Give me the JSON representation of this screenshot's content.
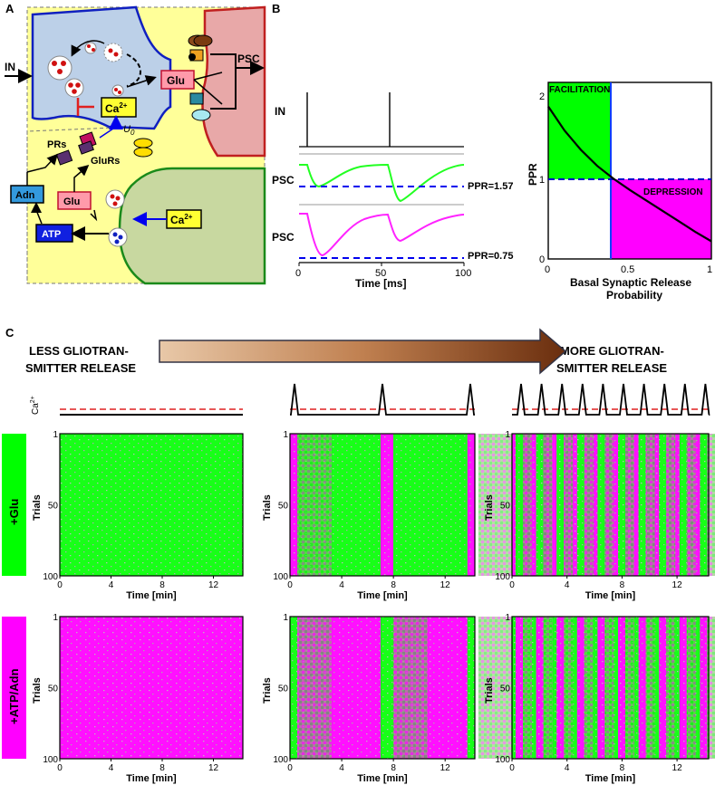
{
  "panel_labels": {
    "a": "A",
    "b": "B",
    "c": "C"
  },
  "panelA": {
    "in_label": "IN",
    "psc_label": "PSC",
    "ca_label": "Ca",
    "ca_sup": "2+",
    "glu_label": "Glu",
    "u0_label": "U",
    "u0_sub": "0",
    "prs_label": "PRs",
    "glurs_label": "GluRs",
    "adn_label": "Adn",
    "atp_label": "ATP"
  },
  "panelB": {
    "in_label": "IN",
    "psc_label": "PSC",
    "ppr_facilitation": "PPR=1.57",
    "ppr_depression": "PPR=0.75",
    "trace_xticks": [
      "0",
      "50",
      "100"
    ],
    "trace_xlabel": "Time [ms]",
    "ppr_chart": {
      "ylabel": "PPR",
      "xlabel_line1": "Basal Synaptic Release",
      "xlabel_line2": "Probability",
      "xticks": [
        "0",
        "0.5",
        "1"
      ],
      "yticks": [
        "0",
        "1",
        "2"
      ],
      "facilitation": "FACILITATION",
      "depression": "DEPRESSION"
    }
  },
  "panelC": {
    "less_line1": "LESS GLIOTRAN-",
    "less_line2": "SMITTER RELEASE",
    "more_line1": "MORE GLIOTRAN-",
    "more_line2": "SMITTER RELEASE",
    "ca_label": "Ca",
    "ca_sup": "2+",
    "row1_label": "+Glu",
    "row2_label": "+ATP/Adn",
    "trials_label": "Trials",
    "yticks": [
      "1",
      "50",
      "100"
    ],
    "xticks": [
      "0",
      "4",
      "8",
      "12"
    ],
    "xlabel": "Time [min]"
  },
  "colors": {
    "facilitation": "#00ff00",
    "depression": "#ff00ff",
    "blue_dash": "#0000ff",
    "red_dash": "#ff0000",
    "astrocyte": "#ffff99",
    "neuron_pre": "#bcd0e8",
    "neuron_post": "#e8a8a8",
    "astro_cell": "#c8d8a0"
  },
  "chart_data": [
    {
      "type": "line",
      "x": [
        0,
        0.1,
        0.2,
        0.3,
        0.4,
        0.5,
        0.6,
        0.7,
        0.8,
        0.9,
        1.0
      ],
      "series": [
        {
          "values": [
            1.9,
            1.6,
            1.36,
            1.16,
            1.0,
            0.86,
            0.73,
            0.6,
            0.47,
            0.34,
            0.22
          ]
        }
      ],
      "xlabel": "Basal Synaptic Release Probability",
      "ylabel": "PPR",
      "xlim": [
        0,
        1
      ],
      "ylim": [
        0,
        2.2
      ],
      "annotations": [
        "FACILITATION",
        "DEPRESSION"
      ],
      "threshold_x": 0.38,
      "threshold_y": 1.0
    },
    {
      "type": "line",
      "title": "PSC traces",
      "x": [
        0,
        100
      ],
      "xlabel": "Time [ms]",
      "annotations": [
        "PPR=1.57",
        "PPR=0.75"
      ]
    }
  ]
}
